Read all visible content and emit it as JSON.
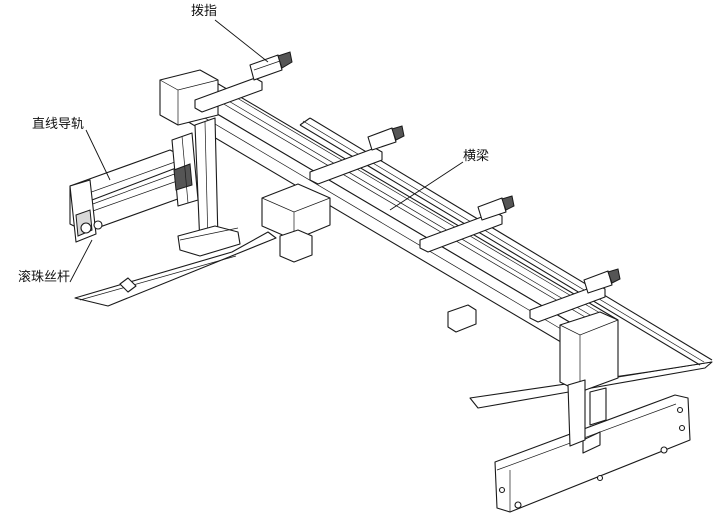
{
  "diagram": {
    "labels": {
      "finger": "拨指",
      "linear_guide": "直线导轨",
      "crossbeam": "横梁",
      "ball_screw": "滚珠丝杆"
    }
  }
}
